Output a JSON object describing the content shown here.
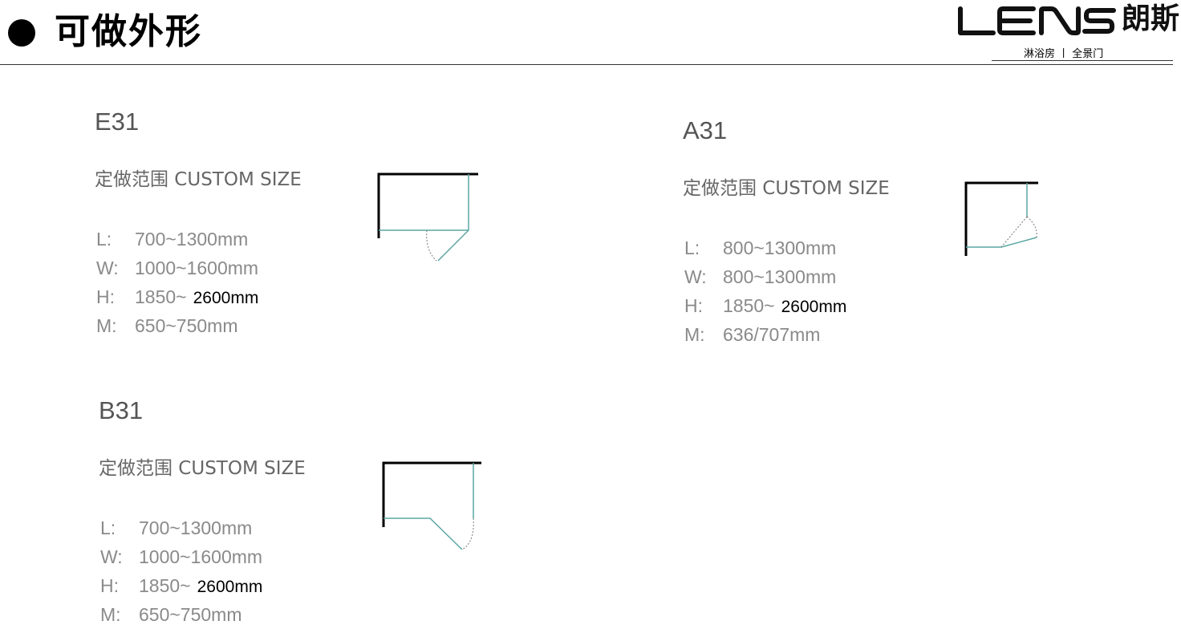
{
  "header": {
    "title": "可做外形",
    "brand_cn": "朗斯",
    "brand_sub": "淋浴房 丨 全景门"
  },
  "models": [
    {
      "name": "E31",
      "custom_label": "定做范围 CUSTOM SIZE",
      "specs": [
        {
          "key": "L:",
          "value": "700~1300mm",
          "extra": ""
        },
        {
          "key": "W:",
          "value": "1000~1600mm",
          "extra": ""
        },
        {
          "key": "H:",
          "value": "1850~",
          "extra": "2600mm"
        },
        {
          "key": "M:",
          "value": "650~750mm",
          "extra": ""
        }
      ]
    },
    {
      "name": "A31",
      "custom_label": "定做范围 CUSTOM SIZE",
      "specs": [
        {
          "key": "L:",
          "value": "800~1300mm",
          "extra": ""
        },
        {
          "key": "W:",
          "value": "800~1300mm",
          "extra": ""
        },
        {
          "key": "H:",
          "value": "1850~",
          "extra": "2600mm"
        },
        {
          "key": "M:",
          "value": "636/707mm",
          "extra": ""
        }
      ]
    },
    {
      "name": "B31",
      "custom_label": "定做范围 CUSTOM SIZE",
      "specs": [
        {
          "key": "L:",
          "value": "700~1300mm",
          "extra": ""
        },
        {
          "key": "W:",
          "value": "1000~1600mm",
          "extra": ""
        },
        {
          "key": "H:",
          "value": "1850~",
          "extra": "2600mm"
        },
        {
          "key": "M:",
          "value": "650~750mm",
          "extra": ""
        }
      ]
    }
  ],
  "colors": {
    "wall": "#000000",
    "glass": "#5aa7a4",
    "spec_text": "#8a8a8a"
  }
}
